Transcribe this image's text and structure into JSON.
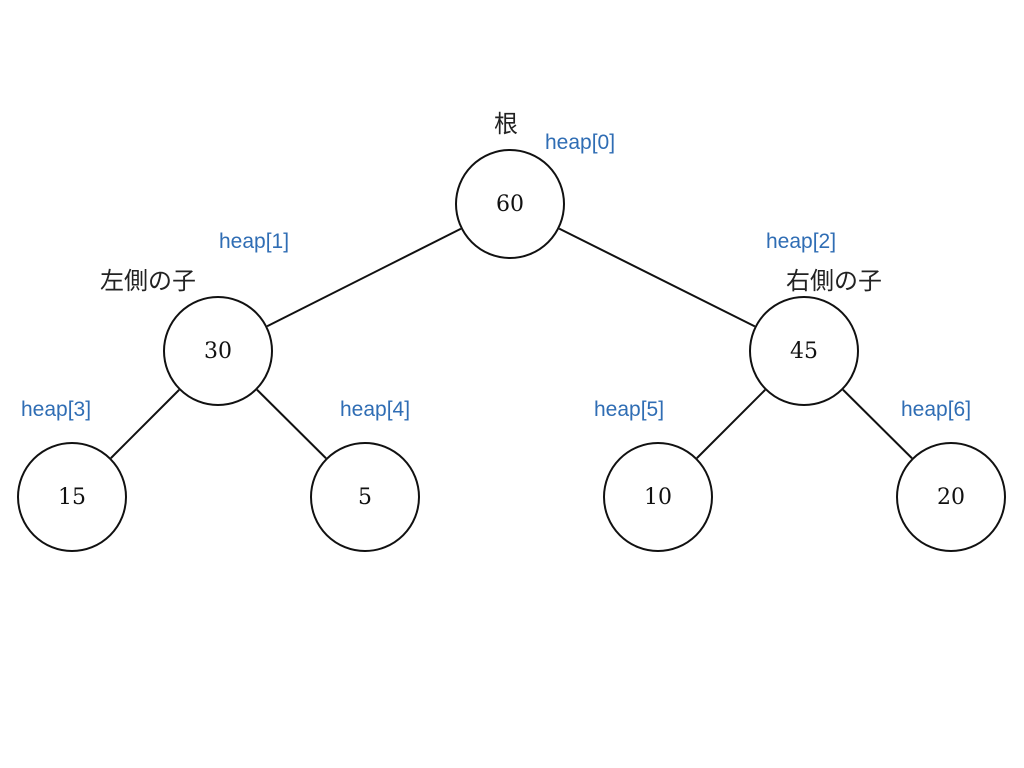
{
  "diagram": {
    "nodes": [
      {
        "id": "n0",
        "value": "60",
        "index_label": "heap[0]"
      },
      {
        "id": "n1",
        "value": "30",
        "index_label": "heap[1]"
      },
      {
        "id": "n2",
        "value": "45",
        "index_label": "heap[2]"
      },
      {
        "id": "n3",
        "value": "15",
        "index_label": "heap[3]"
      },
      {
        "id": "n4",
        "value": "5",
        "index_label": "heap[4]"
      },
      {
        "id": "n5",
        "value": "10",
        "index_label": "heap[5]"
      },
      {
        "id": "n6",
        "value": "20",
        "index_label": "heap[6]"
      }
    ],
    "edges": [
      {
        "from": "n0",
        "to": "n1"
      },
      {
        "from": "n0",
        "to": "n2"
      },
      {
        "from": "n1",
        "to": "n3"
      },
      {
        "from": "n1",
        "to": "n4"
      },
      {
        "from": "n2",
        "to": "n5"
      },
      {
        "from": "n2",
        "to": "n6"
      }
    ],
    "annotations": {
      "root": "根",
      "left_child": "左側の子",
      "right_child": "右側の子"
    },
    "colors": {
      "index_label": "#2f6db4",
      "line": "#111111"
    }
  }
}
